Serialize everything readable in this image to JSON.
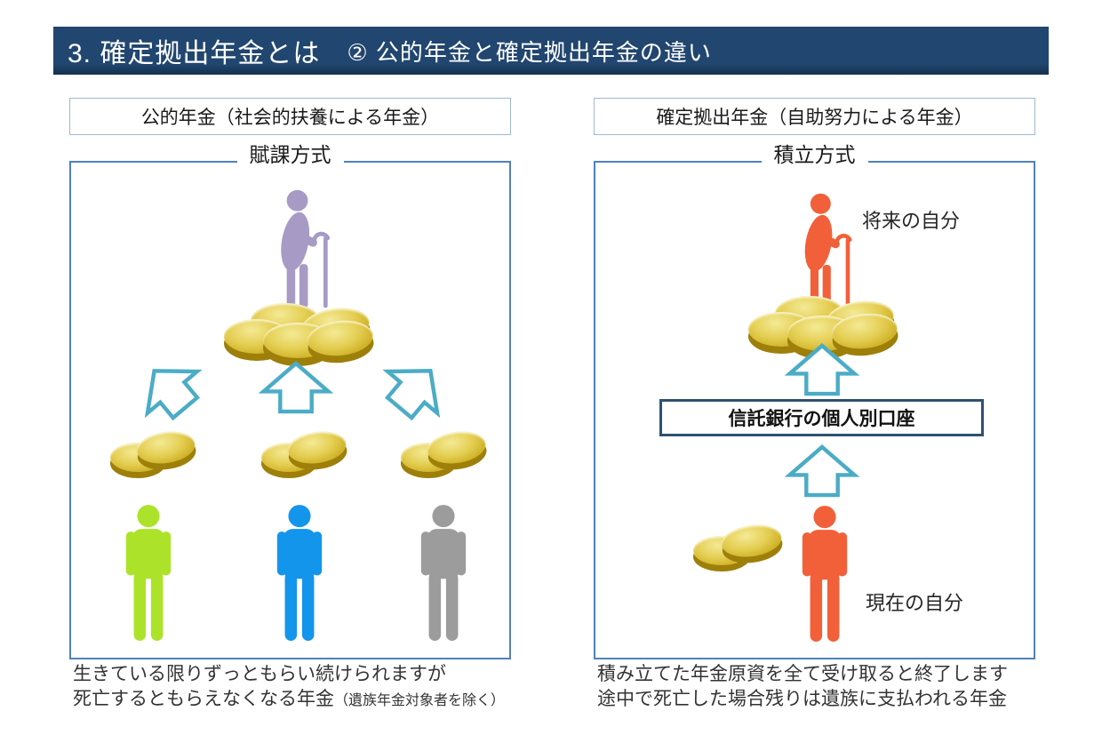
{
  "header": {
    "title_main": "3. 確定拠出年金とは",
    "title_sub": "② 公的年金と確定拠出年金の違い"
  },
  "left": {
    "label": "公的年金（社会的扶養による年金）",
    "scheme": "賦課方式",
    "caption_line1": "生きている限りずっともらい続けられますが",
    "caption_line2": "死亡するともらえなくなる年金",
    "caption_note": "（遺族年金対象者を除く）"
  },
  "right": {
    "label": "確定拠出年金（自助努力による年金）",
    "scheme": "積立方式",
    "future_self_label": "将来の自分",
    "account_label": "信託銀行の個人別口座",
    "present_self_label": "現在の自分",
    "caption_line1": "積み立てた年金原資を全て受け取ると終了します",
    "caption_line2": "途中で死亡した場合残りは遺族に支払われる年金"
  },
  "icons": {
    "up_arrow": "up-arrow-outline",
    "coins": "gold-coin-pair",
    "coin_pile": "gold-coin-pile",
    "pensioner": "elderly-person-with-cane",
    "worker": "standing-person"
  },
  "colors": {
    "header_bg": "#21466F",
    "header_bg_dark": "#16304D",
    "box_border": "#4F81BD",
    "label_border": "#9EB9D4",
    "account_border": "#2F5170",
    "arrow": "#4BACC6",
    "person_green": "#ACE32A",
    "person_blue": "#1495EC",
    "person_gray": "#9C9C9C",
    "person_purple": "#A79BC5",
    "person_orange": "#F2603A",
    "coin_hi": "#F4EA95",
    "coin_face": "#E4CE52",
    "coin_mid": "#CDAE22",
    "coin_dark": "#AF8F0E",
    "coin_edge": "#9D7F0A"
  }
}
